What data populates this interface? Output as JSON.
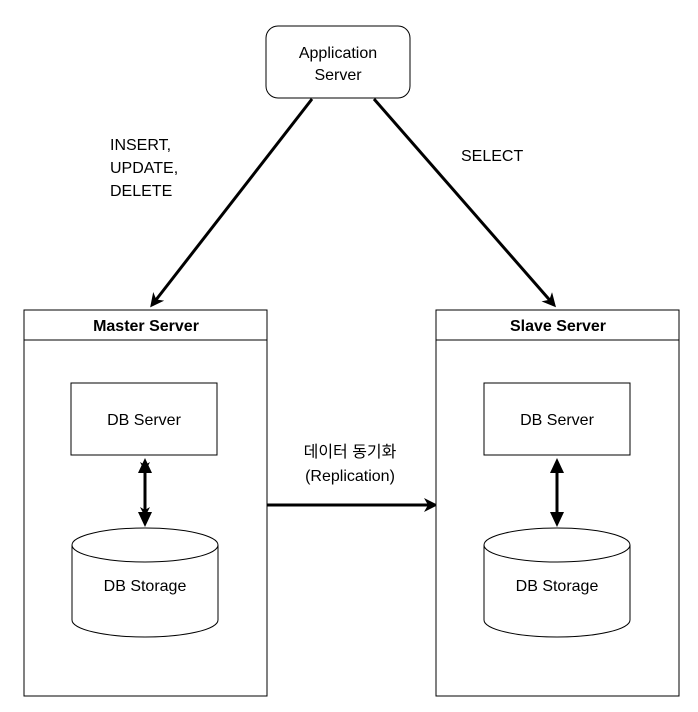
{
  "app_server": {
    "line1": "Application",
    "line2": "Server"
  },
  "write_ops": [
    "INSERT,",
    "UPDATE,",
    "DELETE"
  ],
  "read_ops": "SELECT",
  "master": {
    "title": "Master Server",
    "db_server": "DB Server",
    "db_storage": "DB Storage"
  },
  "slave": {
    "title": "Slave Server",
    "db_server": "DB Server",
    "db_storage": "DB Storage"
  },
  "replication": {
    "line1": "데이터 동기화",
    "line2": "(Replication)"
  },
  "colors": {
    "stroke": "#000000",
    "fill": "#ffffff"
  }
}
